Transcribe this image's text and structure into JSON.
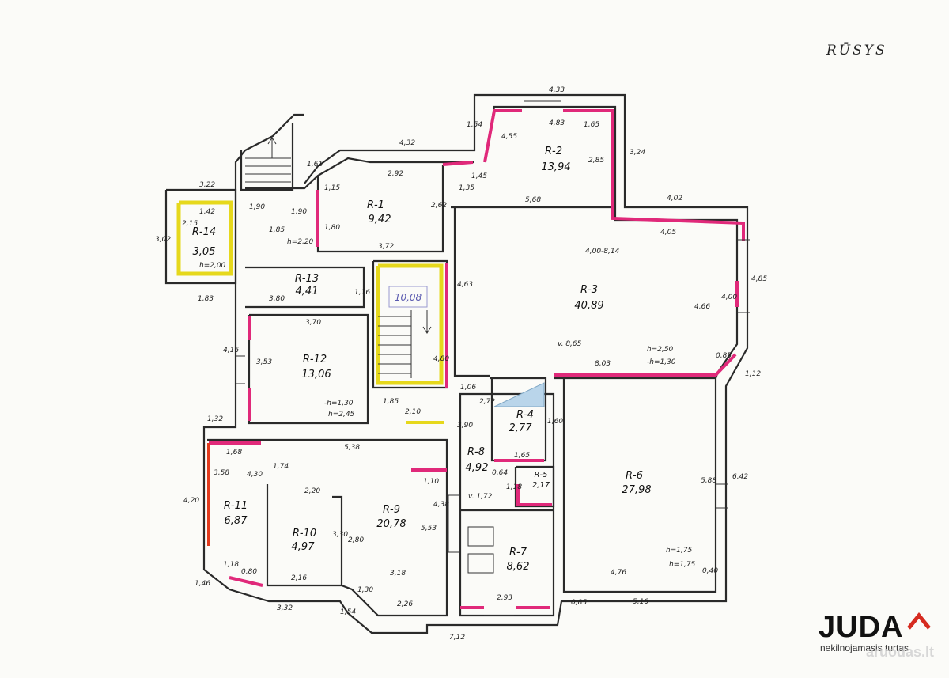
{
  "header": {
    "title": "RŪSYS"
  },
  "logo": {
    "word": "JUDA",
    "subtitle": "nekilnojamasis turtas",
    "watermark": "aruodas.lt"
  },
  "rooms": [
    {
      "id": "R-1",
      "area": "9,42"
    },
    {
      "id": "R-2",
      "area": "13,94"
    },
    {
      "id": "R-3",
      "area": "40,89"
    },
    {
      "id": "R-4",
      "area": "2,77"
    },
    {
      "id": "R-5",
      "area": "2,17"
    },
    {
      "id": "R-6",
      "area": "27,98"
    },
    {
      "id": "R-7",
      "area": "8,62"
    },
    {
      "id": "R-8",
      "area": "4,92"
    },
    {
      "id": "R-9",
      "area": "20,78"
    },
    {
      "id": "R-10",
      "area": "4,97"
    },
    {
      "id": "R-11",
      "area": "6,87"
    },
    {
      "id": "R-12",
      "area": "13,06"
    },
    {
      "id": "R-13",
      "area": "4,41"
    },
    {
      "id": "R-14",
      "area": "3,05"
    }
  ],
  "stair_area": "10,08",
  "dimensions": [
    "4,33",
    "4,83",
    "1,65",
    "1,54",
    "4,55",
    "3,24",
    "2,85",
    "1,45",
    "5,68",
    "4,32",
    "1,61",
    "1,15",
    "2,92",
    "1,35",
    "2,62",
    "3,22",
    "1,42",
    "2,15",
    "1,90",
    "1,90",
    "3,02",
    "1,85",
    "h=2,20",
    "h=2,00",
    "1,80",
    "3,72",
    "4,02",
    "4,05",
    "4,00-8,14",
    "4,66",
    "4,00",
    "4,85",
    "1,83",
    "3,80",
    "1,16",
    "4,63",
    "v. 8,65",
    "h=2,50",
    "-h=1,30",
    "0,85",
    "8,03",
    "1,12",
    "3,70",
    "4,16",
    "3,53",
    "4,80",
    "-h=1,30",
    "h=2,45",
    "1,85",
    "1,32",
    "2,10",
    "1,06",
    "2,72",
    "3,90",
    "1,60",
    "1,65",
    "5,38",
    "1,68",
    "3,58",
    "4,30",
    "1,74",
    "1,10",
    "0,64",
    "1,18",
    "2,20",
    "4,38",
    "v. 1,72",
    "5,88",
    "6,42",
    "4,20",
    "5,53",
    "2,80",
    "3,30",
    "h=1,75",
    "h=1,75",
    "1,18",
    "0,80",
    "2,16",
    "3,18",
    "4,76",
    "1,30",
    "0,40",
    "1,46",
    "3,32",
    "1,54",
    "2,26",
    "2,93",
    "0,85",
    "5,16",
    "7,12"
  ]
}
